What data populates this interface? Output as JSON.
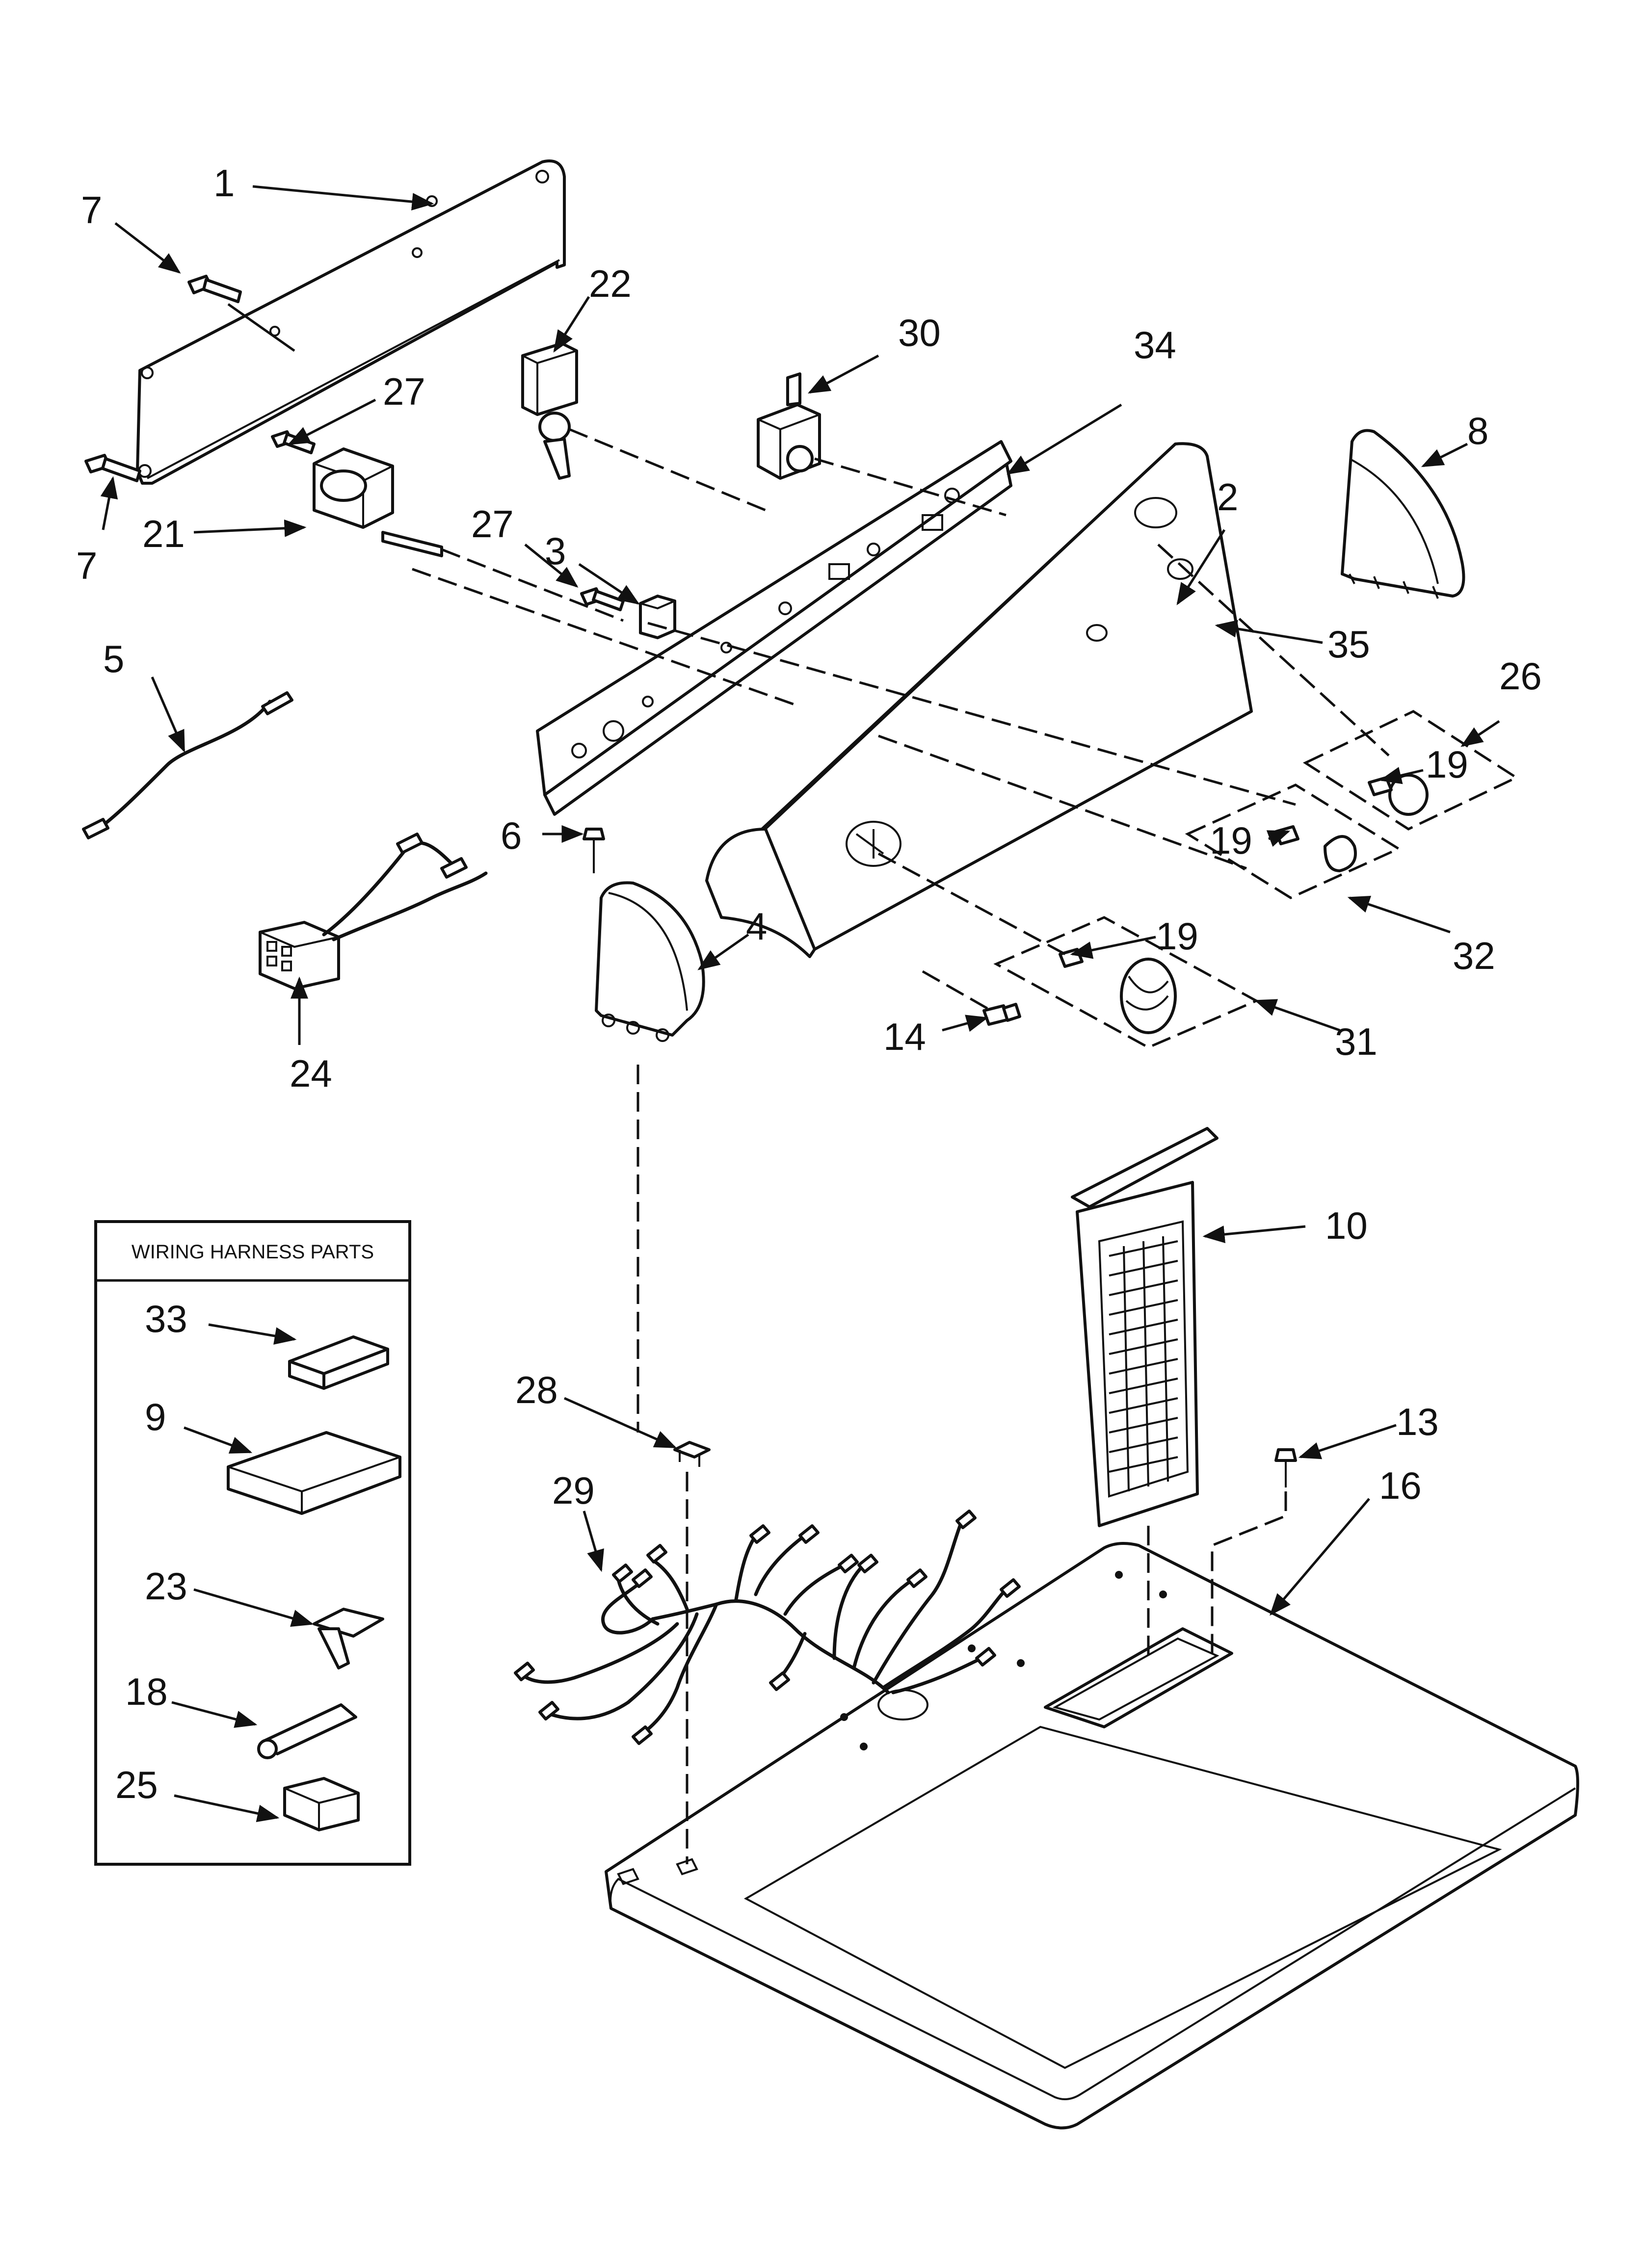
{
  "diagram": {
    "inset_title": "WIRING HARNESS PARTS",
    "callouts": {
      "c1": "1",
      "c2": "2",
      "c3": "3",
      "c4": "4",
      "c5": "5",
      "c6": "6",
      "c7a": "7",
      "c7b": "7",
      "c8": "8",
      "c9": "9",
      "c10": "10",
      "c13": "13",
      "c14": "14",
      "c16": "16",
      "c18": "18",
      "c19a": "19",
      "c19b": "19",
      "c19c": "19",
      "c21": "21",
      "c22": "22",
      "c23": "23",
      "c24": "24",
      "c25": "25",
      "c26": "26",
      "c27a": "27",
      "c27b": "27",
      "c28": "28",
      "c29": "29",
      "c30": "30",
      "c31": "31",
      "c32": "32",
      "c33": "33",
      "c34": "34",
      "c35": "35"
    }
  },
  "colors": {
    "line": "#111111",
    "background": "#ffffff"
  }
}
